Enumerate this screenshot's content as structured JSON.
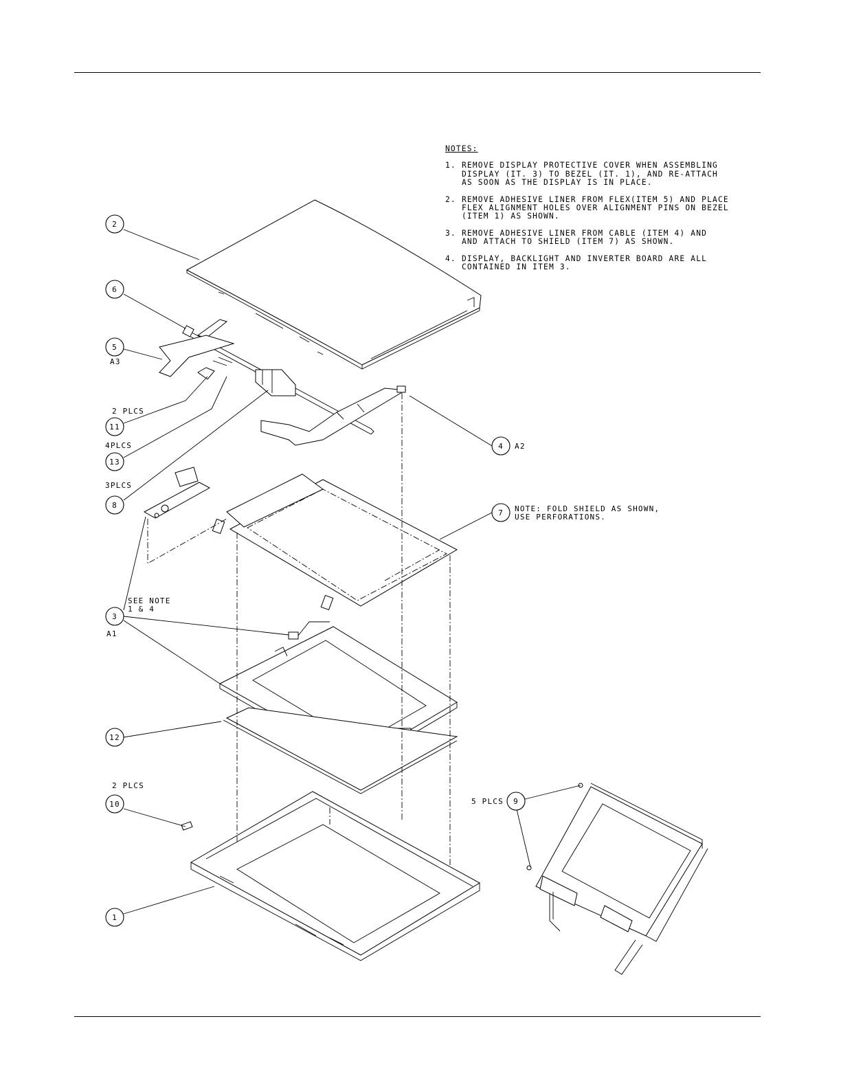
{
  "notes": {
    "heading": "NOTES:",
    "items": [
      {
        "num": "1.",
        "text": "REMOVE DISPLAY PROTECTIVE COVER WHEN ASSEMBLING\nDISPLAY (IT. 3) TO BEZEL (IT. 1), AND RE-ATTACH\nAS SOON AS THE DISPLAY IS IN PLACE."
      },
      {
        "num": "2.",
        "text": "REMOVE ADHESIVE LINER FROM FLEX(ITEM 5) AND PLACE\nFLEX ALIGNMENT HOLES OVER ALIGNMENT PINS ON BEZEL\n(ITEM 1) AS SHOWN."
      },
      {
        "num": "3.",
        "text": "REMOVE ADHESIVE LINER FROM CABLE (ITEM 4) AND\nAND ATTACH TO SHIELD (ITEM 7) AS SHOWN."
      },
      {
        "num": "4.",
        "text": "DISPLAY, BACKLIGHT AND INVERTER BOARD ARE ALL\nCONTAINED IN ITEM 3."
      }
    ]
  },
  "callouts": {
    "b2": "2",
    "b6": "6",
    "b5": "5",
    "b5_ref": "A3",
    "b11": "11",
    "b11_qty": "2 PLCS",
    "b13": "13",
    "b13_qty": "4PLCS",
    "b8": "8",
    "b8_qty": "3PLCS",
    "b4": "4",
    "b4_ref": "A2",
    "b7": "7",
    "b7_note1": "NOTE: FOLD SHIELD AS SHOWN,",
    "b7_note2": "USE PERFORATIONS.",
    "b3": "3",
    "b3_note1": "SEE NOTE",
    "b3_note2": "1 & 4",
    "b3_ref": "A1",
    "b12": "12",
    "b10": "10",
    "b10_qty": "2 PLCS",
    "b1": "1",
    "b9": "9",
    "b9_qty": "5 PLCS"
  }
}
